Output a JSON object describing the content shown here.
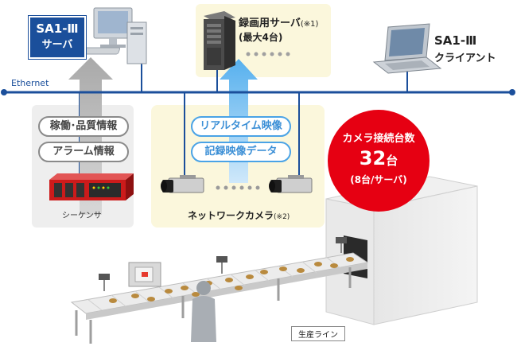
{
  "network": {
    "label": "Ethernet"
  },
  "server": {
    "line1": "SA1-Ⅲ",
    "line2": "サーバ"
  },
  "recorder": {
    "title": "録画用サーバ",
    "note": "(※1)",
    "sub": "(最大4台)"
  },
  "client": {
    "line1": "SA1-Ⅲ",
    "line2": "クライアント"
  },
  "sequencer": {
    "info1": "稼働･品質情報",
    "info2": "アラーム情報",
    "label": "シーケンサ"
  },
  "video": {
    "realtime": "リアルタイム映像",
    "recorded": "記録映像データ"
  },
  "cameras": {
    "label": "ネットワークカメラ",
    "note": "(※2)"
  },
  "badge": {
    "title": "カメラ接続台数",
    "count": "32",
    "unit": "台",
    "sub": "(8台/サーバ)"
  },
  "line": {
    "label": "生産ライン"
  },
  "colors": {
    "accent": "#e60012",
    "ethernet": "#1b4f9b",
    "server_box": "#1b4f9b",
    "arrow_blue": "#4aa3e6"
  },
  "icons": [
    "desktop-pc-icon",
    "tower-server-icon",
    "laptop-icon",
    "plc-device-icon",
    "network-camera-icon",
    "person-icon"
  ]
}
